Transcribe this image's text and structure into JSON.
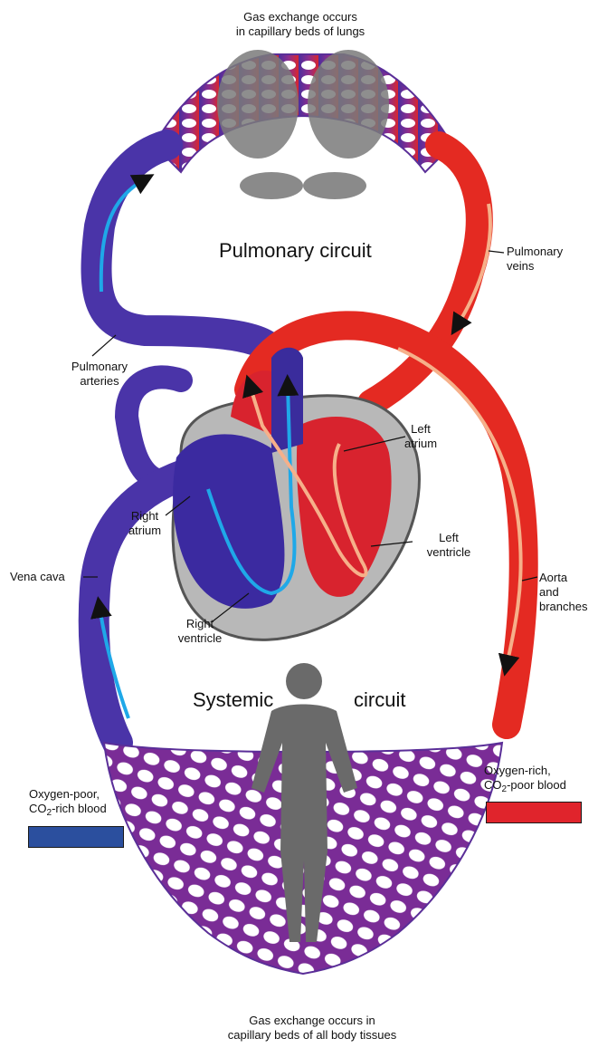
{
  "labels": {
    "lung_exchange_line1": "Gas exchange occurs",
    "lung_exchange_line2": "in capillary beds of lungs",
    "pulmonary_circuit": "Pulmonary circuit",
    "pulmonary_veins_line1": "Pulmonary",
    "pulmonary_veins_line2": "veins",
    "pulmonary_arteries_line1": "Pulmonary",
    "pulmonary_arteries_line2": "arteries",
    "left_atrium_line1": "Left",
    "left_atrium_line2": "atrium",
    "right_atrium_line1": "Right",
    "right_atrium_line2": "atrium",
    "left_ventricle_line1": "Left",
    "left_ventricle_line2": "ventricle",
    "right_ventricle_line1": "Right",
    "right_ventricle_line2": "ventricle",
    "vena_cava": "Vena cava",
    "aorta_line1": "Aorta",
    "aorta_line2": "and",
    "aorta_line3": "branches",
    "systemic_word1": "Systemic",
    "systemic_word2": "circuit",
    "body_exchange_line1": "Gas exchange occurs in",
    "body_exchange_line2": "capillary beds of all body tissues"
  },
  "legend": {
    "poor": {
      "line1": "Oxygen-poor,",
      "co2_prefix": "CO",
      "co2_sub": "2",
      "co2_suffix": "-rich blood",
      "color": "#2b4f9e"
    },
    "rich": {
      "line1": "Oxygen-rich,",
      "co2_prefix": "CO",
      "co2_sub": "2",
      "co2_suffix": "-poor blood",
      "color": "#e0242c"
    }
  },
  "colors": {
    "deoxygenated": "#4030a0",
    "oxygenated": "#e22a20",
    "mixed": "#8a2a90",
    "heart_tissue": "#b8b8b8",
    "lung_tissue": "#7a7a7a",
    "body_silhouette": "#6a6a6a",
    "flow_arrow_poor": "#1fa8e8",
    "flow_arrow_rich": "#f6b08a"
  }
}
